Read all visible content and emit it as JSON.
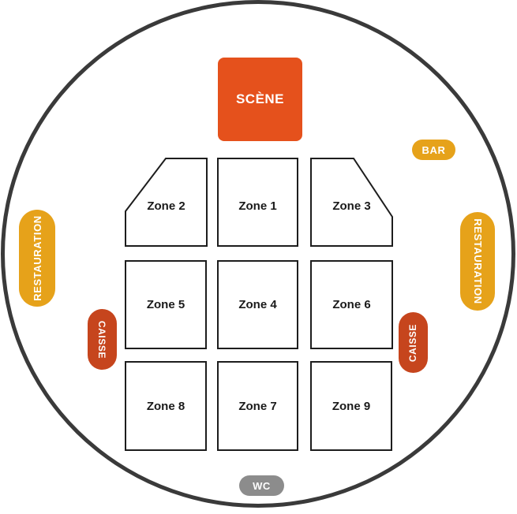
{
  "stage": {
    "label": "SCÈNE"
  },
  "zones": [
    {
      "id": "zone-2",
      "label": "Zone 2",
      "shape": "pentagon-cut-top-left"
    },
    {
      "id": "zone-1",
      "label": "Zone 1",
      "shape": "rect"
    },
    {
      "id": "zone-3",
      "label": "Zone 3",
      "shape": "pentagon-cut-top-right"
    },
    {
      "id": "zone-5",
      "label": "Zone 5",
      "shape": "rect"
    },
    {
      "id": "zone-4",
      "label": "Zone 4",
      "shape": "rect"
    },
    {
      "id": "zone-6",
      "label": "Zone 6",
      "shape": "rect"
    },
    {
      "id": "zone-8",
      "label": "Zone 8",
      "shape": "rect"
    },
    {
      "id": "zone-7",
      "label": "Zone 7",
      "shape": "rect"
    },
    {
      "id": "zone-9",
      "label": "Zone 9",
      "shape": "rect"
    }
  ],
  "amenities": {
    "bar": {
      "label": "BAR"
    },
    "restauration_left": {
      "label": "RESTAURATION"
    },
    "restauration_right": {
      "label": "RESTAURATION"
    },
    "caisse_left": {
      "label": "CAISSE"
    },
    "caisse_right": {
      "label": "CAISSE"
    },
    "wc": {
      "label": "WC"
    }
  },
  "colors": {
    "stage": "#E5511C",
    "amenity_gold": "#E6A21A",
    "caisse": "#C6451D",
    "wc_gray": "#8C8C8C",
    "circle_border": "#3A3A3A",
    "zone_border": "#1D1D1D"
  }
}
